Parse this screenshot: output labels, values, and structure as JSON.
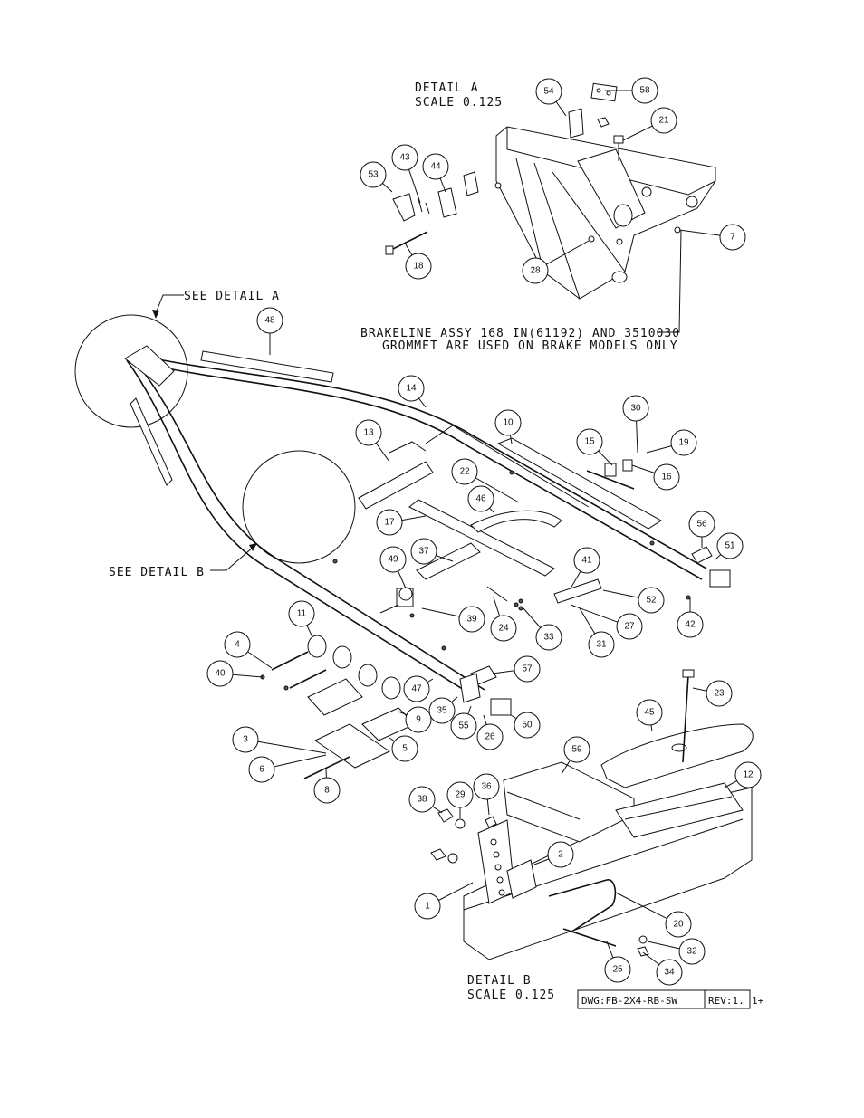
{
  "detail_a": {
    "title": "DETAIL  A",
    "scale": "SCALE  0.125"
  },
  "detail_b": {
    "title": "DETAIL  B",
    "scale": "SCALE  0.125"
  },
  "see_detail_a": "SEE DETAIL  A",
  "see_detail_b": "SEE DETAIL  B",
  "brake_note": {
    "line1": "BRAKELINE ASSY 168 IN(61192) AND 3510030",
    "line2": "GROMMET ARE USED ON BRAKE MODELS ONLY"
  },
  "title_block": {
    "dwg": "DWG:FB-2X4-RB-SW",
    "rev": "REV:1.",
    "suffix": "1+"
  },
  "callouts": [
    "54",
    "58",
    "21",
    "7",
    "28",
    "53",
    "43",
    "44",
    "18",
    "48",
    "14",
    "10",
    "13",
    "30",
    "19",
    "15",
    "16",
    "22",
    "46",
    "17",
    "56",
    "51",
    "37",
    "49",
    "41",
    "52",
    "39",
    "24",
    "33",
    "27",
    "31",
    "42",
    "11",
    "4",
    "40",
    "47",
    "57",
    "9",
    "35",
    "55",
    "26",
    "50",
    "3",
    "6",
    "8",
    "5",
    "23",
    "45",
    "59",
    "12",
    "38",
    "29",
    "36",
    "2",
    "1",
    "20",
    "32",
    "34",
    "25"
  ]
}
